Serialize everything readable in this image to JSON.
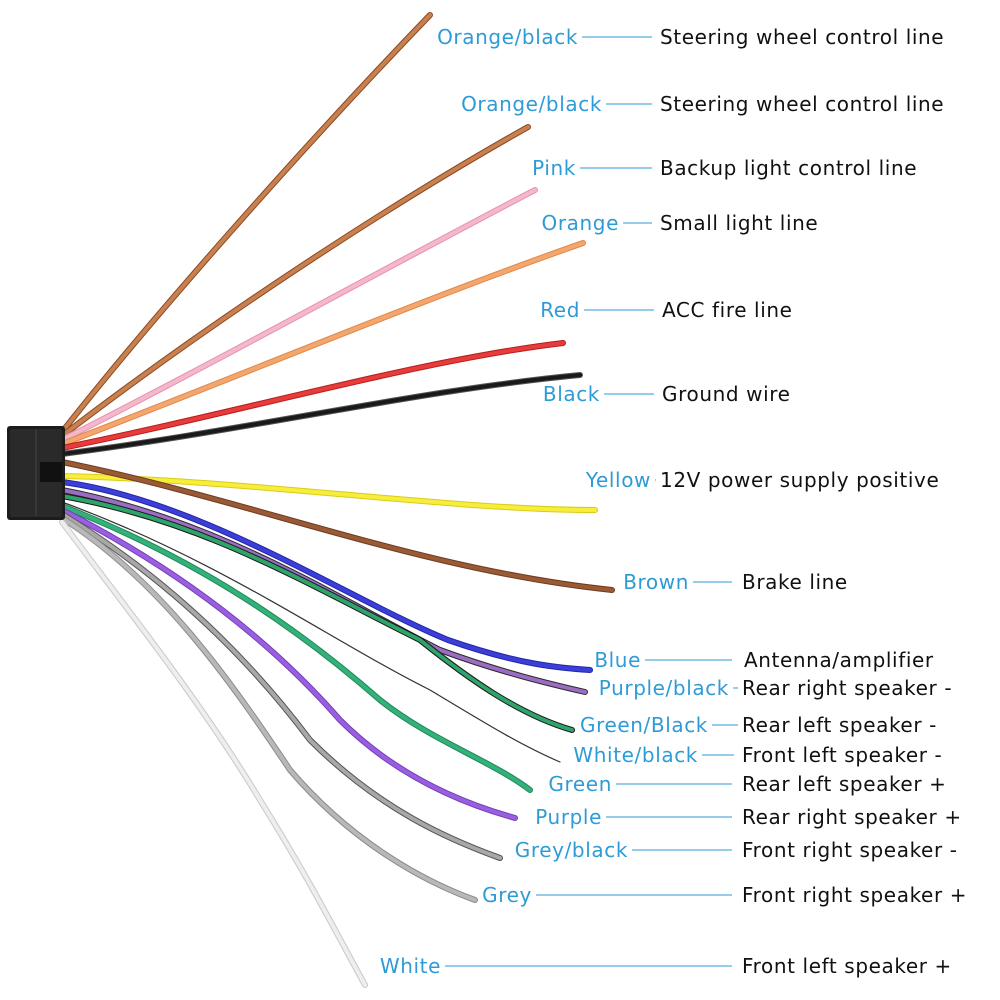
{
  "wires": [
    {
      "color_name": "Orange/black",
      "function": "Steering wheel control line",
      "stroke": "#c9804f",
      "stroke2": "#8a4a25"
    },
    {
      "color_name": "Orange/black",
      "function": "Steering wheel control line",
      "stroke": "#c9804f",
      "stroke2": "#8a4a25"
    },
    {
      "color_name": "Pink",
      "function": "Backup light control line",
      "stroke": "#f4b8cc",
      "stroke2": "#e890ae"
    },
    {
      "color_name": "Orange",
      "function": "Small light line",
      "stroke": "#f3a66e",
      "stroke2": "#e08a4c"
    },
    {
      "color_name": "Red",
      "function": "ACC fire line",
      "stroke": "#e83b3b",
      "stroke2": "#b81f1f"
    },
    {
      "color_name": "Black",
      "function": "Ground wire",
      "stroke": "#1a1a1a",
      "stroke2": "#555555"
    },
    {
      "color_name": "Yellow",
      "function": "12V power supply positive",
      "stroke": "#f7ee3c",
      "stroke2": "#d8cc1a"
    },
    {
      "color_name": "Brown",
      "function": "Brake line",
      "stroke": "#9a5a36",
      "stroke2": "#6e3c20"
    },
    {
      "color_name": "Blue",
      "function": "Antenna/amplifier",
      "stroke": "#3b3fd8",
      "stroke2": "#2326a6"
    },
    {
      "color_name": "Purple/black",
      "function": "Rear right speaker -",
      "stroke": "#9b6cc4",
      "stroke2": "#2a2a2a"
    },
    {
      "color_name": "Green/Black",
      "function": "Rear left speaker -",
      "stroke": "#2fa46a",
      "stroke2": "#1a1a1a"
    },
    {
      "color_name": "White/black",
      "function": "Front left speaker -",
      "stroke": "#e8e8e8",
      "stroke2": "#333333"
    },
    {
      "color_name": "Green",
      "function": "Rear left speaker +",
      "stroke": "#34b07a",
      "stroke2": "#1f8a58"
    },
    {
      "color_name": "Purple",
      "function": "Rear right speaker +",
      "stroke": "#9a5fe0",
      "stroke2": "#7440b8"
    },
    {
      "color_name": "Grey/black",
      "function": "Front right speaker -",
      "stroke": "#a8a8a8",
      "stroke2": "#555555"
    },
    {
      "color_name": "Grey",
      "function": "Front right speaker +",
      "stroke": "#b8b8b8",
      "stroke2": "#8c8c8c"
    },
    {
      "color_name": "White",
      "function": "Front left speaker +",
      "stroke": "#eeeeee",
      "stroke2": "#c8c8c8"
    }
  ],
  "colors": {
    "color_label": "#2e9bd6",
    "function_label": "#111111",
    "leader_line": "#2e9bd6",
    "connector": "#1c1c1c"
  }
}
